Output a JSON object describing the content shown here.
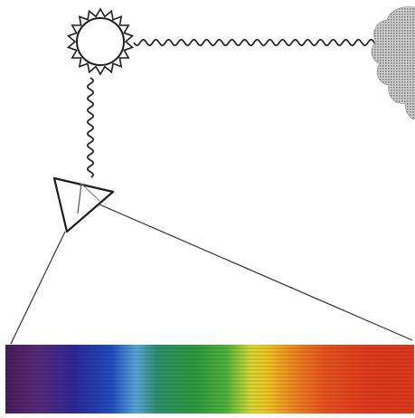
{
  "diagram": {
    "colors": {
      "line": "#222222",
      "cloud": "#8f8f8f",
      "cloud_light": "#c9c9c9",
      "background": "#ffffff"
    },
    "spectrum": {
      "stops": [
        {
          "offset": 0.0,
          "color": "#4a1d5c"
        },
        {
          "offset": 0.08,
          "color": "#5a2a7a"
        },
        {
          "offset": 0.17,
          "color": "#2b2a9a"
        },
        {
          "offset": 0.26,
          "color": "#1f4fc0"
        },
        {
          "offset": 0.32,
          "color": "#5aa8d8"
        },
        {
          "offset": 0.37,
          "color": "#2f8f6e"
        },
        {
          "offset": 0.46,
          "color": "#2f9a3e"
        },
        {
          "offset": 0.54,
          "color": "#4fb33a"
        },
        {
          "offset": 0.6,
          "color": "#d6d830"
        },
        {
          "offset": 0.64,
          "color": "#f2c524"
        },
        {
          "offset": 0.7,
          "color": "#f08a22"
        },
        {
          "offset": 0.78,
          "color": "#ea5420"
        },
        {
          "offset": 0.88,
          "color": "#e23b1f"
        },
        {
          "offset": 1.0,
          "color": "#de3a1e"
        }
      ]
    }
  }
}
